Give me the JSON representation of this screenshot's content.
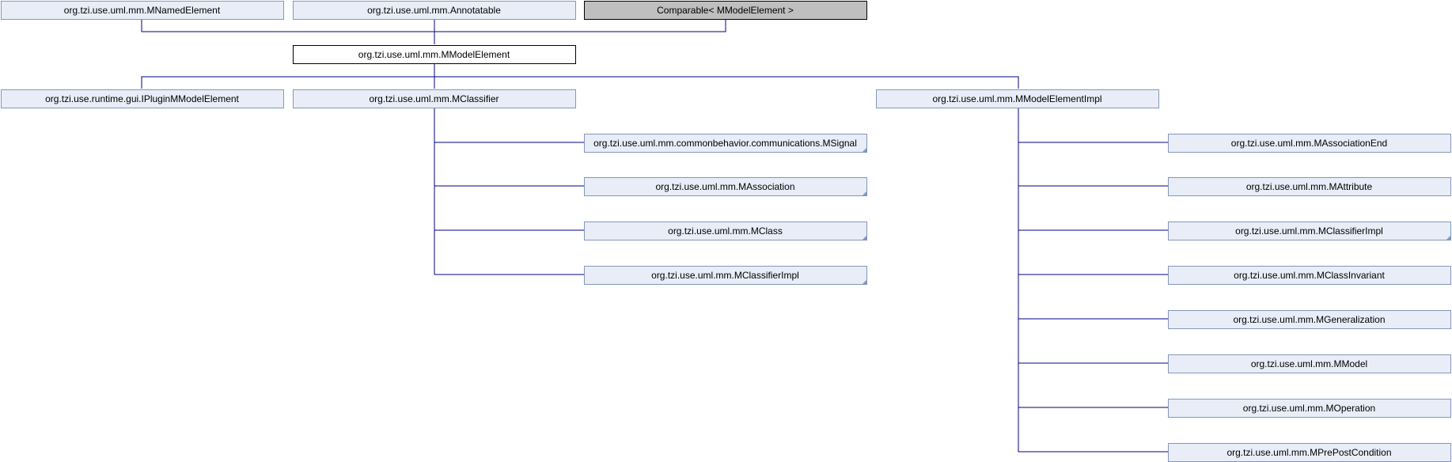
{
  "colors": {
    "background": "#ffffff",
    "node_fill": "#e8edf7",
    "node_stroke": "#8497b8",
    "focus_fill": "#ffffff",
    "focus_stroke": "#000000",
    "external_fill": "#bfbfbf",
    "edge": "#000080"
  },
  "nodes": {
    "named_element": {
      "label": "org.tzi.use.uml.mm.MNamedElement",
      "kind": "normal",
      "truncated": false
    },
    "annotatable": {
      "label": "org.tzi.use.uml.mm.Annotatable",
      "kind": "normal",
      "truncated": false
    },
    "comparable": {
      "label": "Comparable< MModelElement >",
      "kind": "external",
      "truncated": false
    },
    "model_element": {
      "label": "org.tzi.use.uml.mm.MModelElement",
      "kind": "focus",
      "truncated": false
    },
    "plugin_model_element": {
      "label": "org.tzi.use.runtime.gui.IPluginMModelElement",
      "kind": "normal",
      "truncated": false
    },
    "classifier": {
      "label": "org.tzi.use.uml.mm.MClassifier",
      "kind": "normal",
      "truncated": false
    },
    "model_element_impl": {
      "label": "org.tzi.use.uml.mm.MModelElementImpl",
      "kind": "normal",
      "truncated": false
    },
    "signal": {
      "label": "org.tzi.use.uml.mm.commonbehavior.communications.MSignal",
      "kind": "normal",
      "truncated": true
    },
    "association": {
      "label": "org.tzi.use.uml.mm.MAssociation",
      "kind": "normal",
      "truncated": true
    },
    "class": {
      "label": "org.tzi.use.uml.mm.MClass",
      "kind": "normal",
      "truncated": true
    },
    "classifier_impl_left": {
      "label": "org.tzi.use.uml.mm.MClassifierImpl",
      "kind": "normal",
      "truncated": true
    },
    "association_end": {
      "label": "org.tzi.use.uml.mm.MAssociationEnd",
      "kind": "normal",
      "truncated": false
    },
    "attribute": {
      "label": "org.tzi.use.uml.mm.MAttribute",
      "kind": "normal",
      "truncated": false
    },
    "classifier_impl_right": {
      "label": "org.tzi.use.uml.mm.MClassifierImpl",
      "kind": "normal",
      "truncated": true
    },
    "class_invariant": {
      "label": "org.tzi.use.uml.mm.MClassInvariant",
      "kind": "normal",
      "truncated": false
    },
    "generalization": {
      "label": "org.tzi.use.uml.mm.MGeneralization",
      "kind": "normal",
      "truncated": false
    },
    "model": {
      "label": "org.tzi.use.uml.mm.MModel",
      "kind": "normal",
      "truncated": false
    },
    "operation": {
      "label": "org.tzi.use.uml.mm.MOperation",
      "kind": "normal",
      "truncated": false
    },
    "pre_post_condition": {
      "label": "org.tzi.use.uml.mm.MPrePostCondition",
      "kind": "normal",
      "truncated": false
    }
  },
  "edges": [
    {
      "from": "model_element",
      "to": "named_element"
    },
    {
      "from": "model_element",
      "to": "annotatable"
    },
    {
      "from": "model_element",
      "to": "comparable"
    },
    {
      "from": "plugin_model_element",
      "to": "model_element"
    },
    {
      "from": "classifier",
      "to": "model_element"
    },
    {
      "from": "model_element_impl",
      "to": "model_element"
    },
    {
      "from": "signal",
      "to": "classifier"
    },
    {
      "from": "association",
      "to": "classifier"
    },
    {
      "from": "class",
      "to": "classifier"
    },
    {
      "from": "classifier_impl_left",
      "to": "classifier"
    },
    {
      "from": "association_end",
      "to": "model_element_impl"
    },
    {
      "from": "attribute",
      "to": "model_element_impl"
    },
    {
      "from": "classifier_impl_right",
      "to": "model_element_impl"
    },
    {
      "from": "class_invariant",
      "to": "model_element_impl"
    },
    {
      "from": "generalization",
      "to": "model_element_impl"
    },
    {
      "from": "model",
      "to": "model_element_impl"
    },
    {
      "from": "operation",
      "to": "model_element_impl"
    },
    {
      "from": "pre_post_condition",
      "to": "model_element_impl"
    }
  ]
}
